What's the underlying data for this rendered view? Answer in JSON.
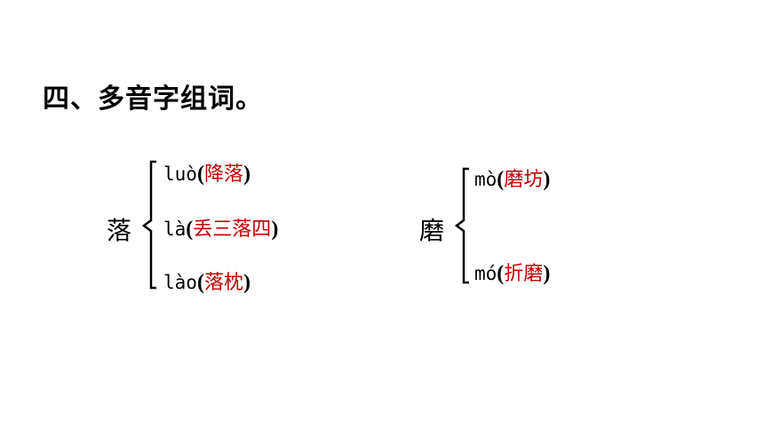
{
  "title": "四、多音字组词。",
  "groups": [
    {
      "char": "落",
      "items": [
        {
          "pinyin": "luò",
          "open": "(",
          "word": "降落",
          "close": ")"
        },
        {
          "pinyin": "là",
          "open": "(",
          "word": "丢三落四",
          "close": ")"
        },
        {
          "pinyin": "lào",
          "open": "(",
          "word": "落枕",
          "close": ")"
        }
      ]
    },
    {
      "char": "磨",
      "items": [
        {
          "pinyin": "mò",
          "open": "(",
          "word": "磨坊",
          "close": ")"
        },
        {
          "pinyin": "mó",
          "open": "(",
          "word": "折磨",
          "close": ")"
        }
      ]
    }
  ],
  "colors": {
    "answer": "#c00000",
    "text": "#000000"
  }
}
